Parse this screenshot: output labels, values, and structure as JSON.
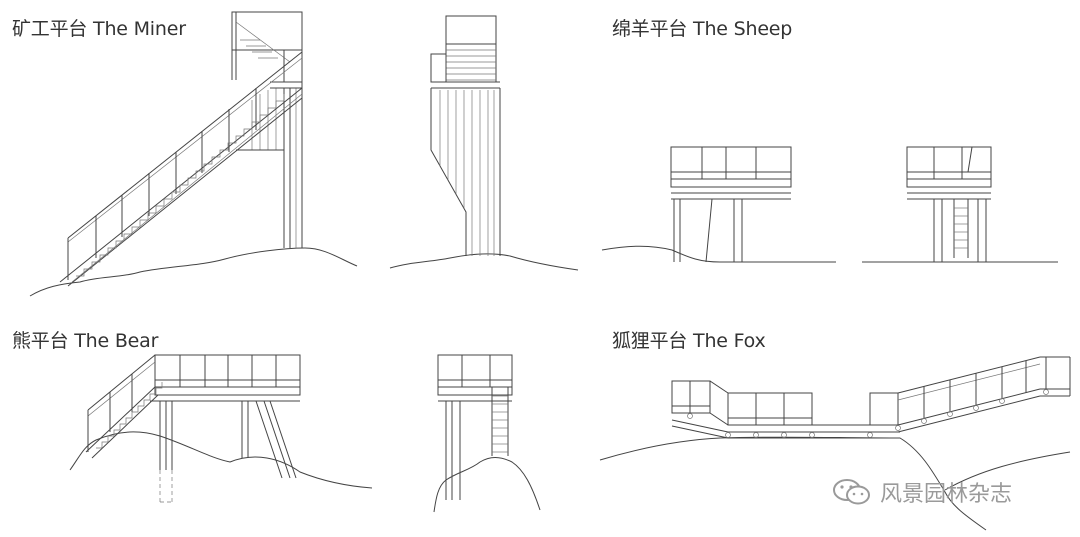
{
  "labels": {
    "miner": "矿工平台 The Miner",
    "sheep": "绵羊平台 The Sheep",
    "bear": "熊平台 The Bear",
    "fox": "狐狸平台 The Fox"
  },
  "watermark": {
    "text": "风景园林杂志",
    "icon": "wechat-icon"
  },
  "colors": {
    "line": "#444444",
    "text": "#333333",
    "watermark": "#9a9a9a"
  }
}
